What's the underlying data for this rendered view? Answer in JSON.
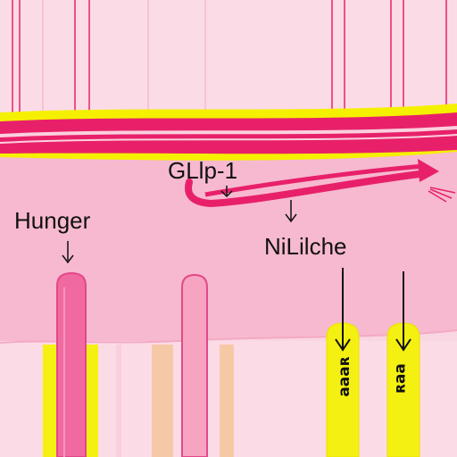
{
  "labels": {
    "hunger": "Hunger",
    "glp": "GLlp-1",
    "niche": "NiLilche",
    "tube_1": "ᴚɐɐɐ",
    "tube_2": "ɐɐᴚ"
  },
  "colors": {
    "background": "#f9d6e2",
    "membrane": "#e8206a",
    "yellow_band": "#f5f000",
    "tube_pink": "#f06aa0",
    "tube_yellow": "#f4f012"
  }
}
